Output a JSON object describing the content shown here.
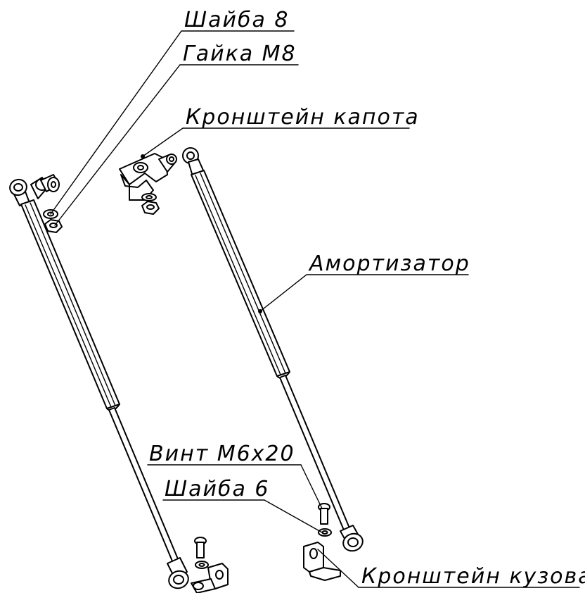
{
  "labels": {
    "washer_8": "Шайба 8",
    "nut_m8": "Гайка М8",
    "hood_bracket": "Кронштейн капота",
    "gas_strut": "Амортизатор",
    "screw_m6x20": "Винт М6х20",
    "washer_6": "Шайба 6",
    "body_bracket": "Кронштейн кузова"
  },
  "colors": {
    "line": "#000000",
    "background": "#ffffff"
  }
}
